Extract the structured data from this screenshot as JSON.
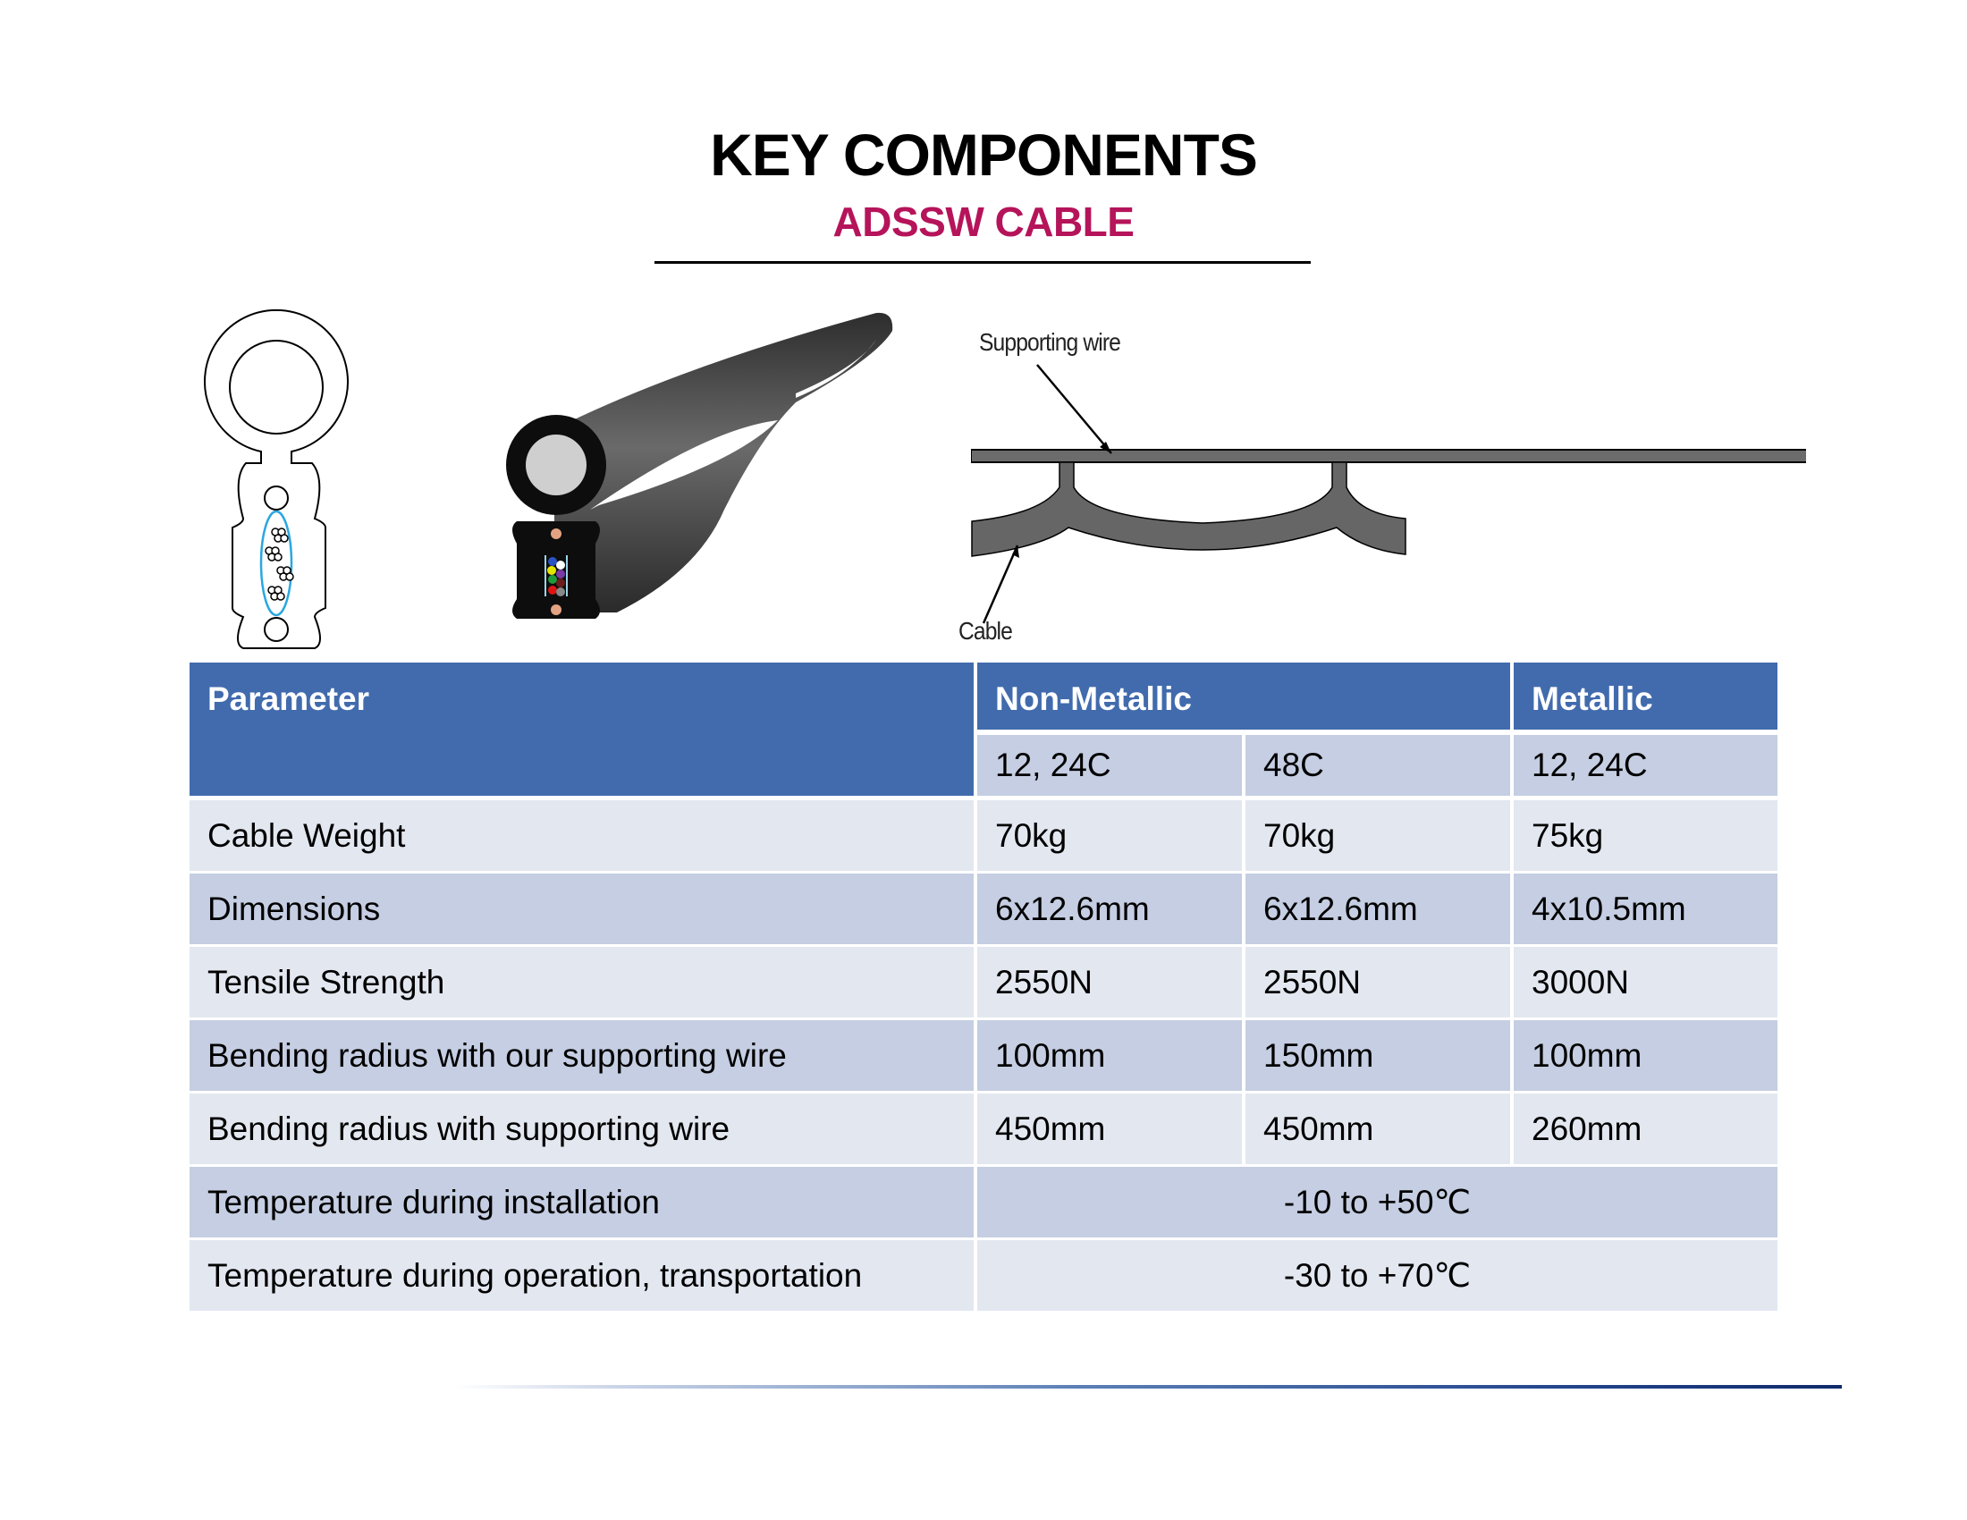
{
  "header": {
    "title": "KEY COMPONENTS",
    "subtitle": "ADSSW CABLE",
    "subtitle_color": "#b5135a"
  },
  "figures": {
    "cross_section": {
      "icon": "cable-cross-section-diagram"
    },
    "cable_render": {
      "icon": "figure-8-cable-render"
    },
    "installation": {
      "icon": "cable-supporting-wire-diagram",
      "label_supporting_wire": "Supporting wire",
      "label_cable": "Cable"
    }
  },
  "table": {
    "colors": {
      "header": "#416bad",
      "row_dark": "#c5cee2",
      "row_light": "#e3e7f0"
    },
    "headers": {
      "parameter": "Parameter",
      "non_metallic": "Non-Metallic",
      "metallic": "Metallic"
    },
    "subheaders": [
      "12, 24C",
      "48C",
      "12, 24C"
    ],
    "rows": [
      {
        "parameter": "Cable Weight",
        "values": [
          "70kg",
          "70kg",
          "75kg"
        ]
      },
      {
        "parameter": "Dimensions",
        "values": [
          "6x12.6mm",
          "6x12.6mm",
          "4x10.5mm"
        ]
      },
      {
        "parameter": "Tensile Strength",
        "values": [
          "2550N",
          "2550N",
          "3000N"
        ]
      },
      {
        "parameter": "Bending radius with our supporting wire",
        "values": [
          "100mm",
          "150mm",
          "100mm"
        ]
      },
      {
        "parameter": "Bending radius with supporting wire",
        "values": [
          "450mm",
          "450mm",
          "260mm"
        ]
      },
      {
        "parameter": "Temperature during installation",
        "merged_value": "-10 to +50℃"
      },
      {
        "parameter": "Temperature during operation, transportation",
        "merged_value": "-30 to +70℃"
      }
    ]
  }
}
